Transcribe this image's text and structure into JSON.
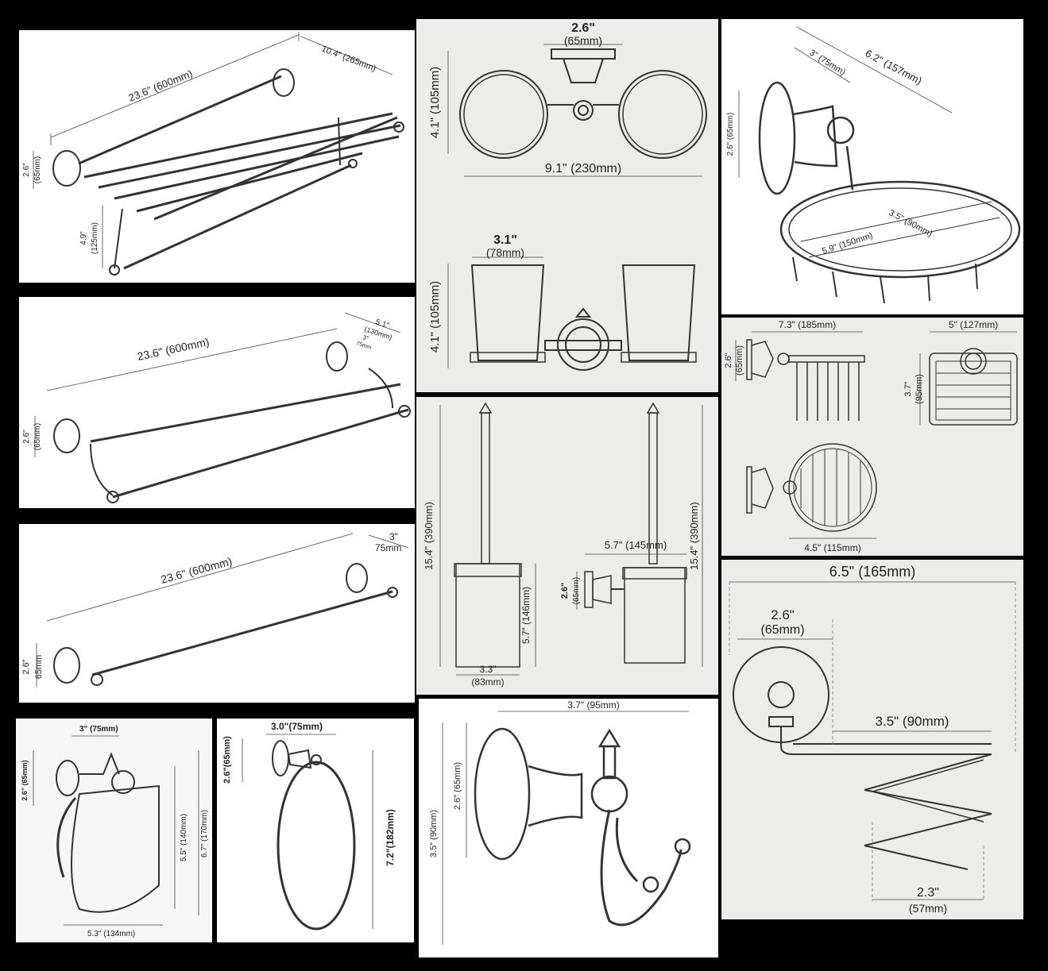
{
  "panels": {
    "towel_rack": {
      "length": "23.6\" (600mm)",
      "depth": "10.4\" (265mm)",
      "base_height": "2.6\"",
      "base_height_mm": "(65mm)",
      "shelf_drop": "4.9\"",
      "shelf_drop_mm": "(125mm)"
    },
    "double_bar": {
      "length": "23.6\" (600mm)",
      "depth": "5.1\"",
      "depth_mm": "(130mm)",
      "inner_depth": "3\"",
      "inner_depth_mm": "75mm",
      "base_height": "2.6\"",
      "base_height_mm": "(65mm)"
    },
    "single_bar": {
      "length": "23.6\" (600mm)",
      "depth": "3\"",
      "depth_mm": "75mm",
      "base_height": "2.6\"",
      "base_height_mm": "65mm"
    },
    "tumbler_holder": {
      "base_width": "2.6\"",
      "base_width_mm": "(65mm)",
      "top_height": "4.1\" (105mm)",
      "total_width": "9.1\" (230mm)",
      "cup_width": "3.1\"",
      "cup_width_mm": "(78mm)",
      "front_height": "4.1\" (105mm)"
    },
    "soap_dish": {
      "length": "6.2\" (157mm)",
      "projection": "3\" (75mm)",
      "base_height": "2.6\" (65mm)",
      "dish_width": "3.5\" (90mm)",
      "dish_length": "5.9\" (150mm)"
    },
    "basket": {
      "width": "7.3\" (185mm)",
      "base_height": "2.6\"",
      "base_height_mm": "(65mm)",
      "front_width": "5\" (127mm)",
      "front_height": "3.7\"",
      "front_height_mm": "(95mm)",
      "round_width": "4.5\" (115mm)"
    },
    "toilet_brush": {
      "height_left": "15.4\" (390mm)",
      "height_right": "15.4\" (390mm)",
      "cup_height": "5.7\" (146mm)",
      "cup_width": "3.3\"",
      "cup_width_mm": "(83mm)",
      "projection": "5.7\" (145mm)",
      "base_height": "2.6\"",
      "base_height_mm": "(65mm)"
    },
    "hair_dryer_holder": {
      "total_width": "6.5\" (165mm)",
      "base_width": "2.6\"",
      "base_width_mm": "(65mm)",
      "spiral_width": "3.5\" (90mm)",
      "bottom_width": "2.3\"",
      "bottom_width_mm": "(57mm)"
    },
    "paper_holder": {
      "width": "3\" (75mm)",
      "base_height": "2.6\" (65mm)",
      "inner_height": "5.5\" (140mm)",
      "total_height": "6.7\" (170mm)",
      "bottom_width": "5.3\" (134mm)"
    },
    "towel_ring": {
      "width": "3.0\"(75mm)",
      "base_height": "2.6\"(65mm)",
      "total_height": "7.2\"(182mm)"
    },
    "robe_hook": {
      "width": "3.7″ (95mm)",
      "base_height": "2.6″ (65mm)",
      "total_height": "3.5″ (90mm)"
    }
  }
}
